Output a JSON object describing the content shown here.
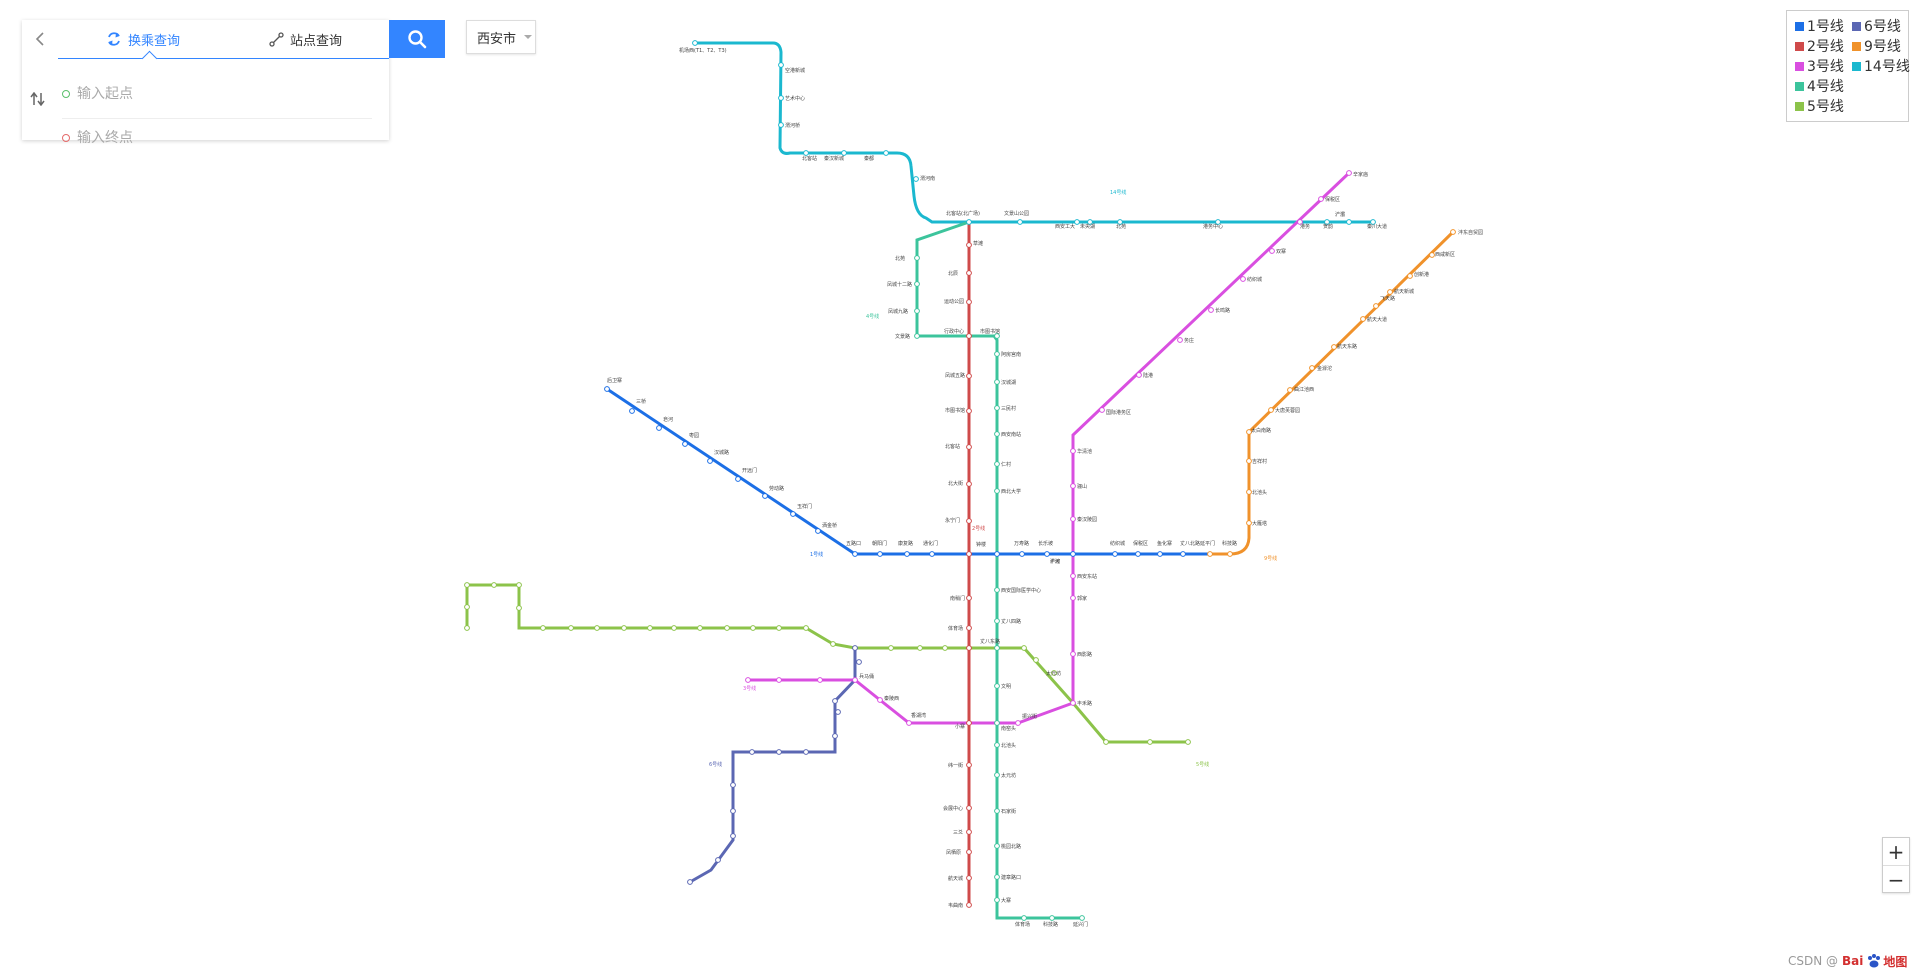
{
  "search": {
    "tab_transfer": "换乘查询",
    "tab_station": "站点查询",
    "start_placeholder": "输入起点",
    "end_placeholder": "输入终点",
    "city": "西安市"
  },
  "icons": {
    "back": "chevron-left-icon",
    "transfer": "refresh-icon",
    "station": "route-icon",
    "search": "magnifier-icon",
    "swap": "swap-icon"
  },
  "legend": [
    {
      "label": "1号线",
      "color": "#1c6fe6"
    },
    {
      "label": "2号线",
      "color": "#cf4a4a"
    },
    {
      "label": "3号线",
      "color": "#d94fe0"
    },
    {
      "label": "4号线",
      "color": "#3cc49c"
    },
    {
      "label": "5号线",
      "color": "#8cc34a"
    },
    {
      "label": "6号线",
      "color": "#5b67b3"
    },
    {
      "label": "9号线",
      "color": "#f0922b"
    },
    {
      "label": "14号线",
      "color": "#1bb8cf"
    }
  ],
  "zoom": {
    "in": "+",
    "out": "−"
  },
  "footer": {
    "csdn": "CSDN @",
    "brand_a": "Bai",
    "brand_b": "地图"
  },
  "map": {
    "line_markers": [
      "14号线",
      "2号线",
      "4号线",
      "1号线",
      "9号线",
      "3号线",
      "6号线",
      "5号线"
    ],
    "stations": [
      "机场西(T1、T2、T3)",
      "空港新城",
      "艺术中心",
      "渭河桥",
      "北客站",
      "秦汉新城",
      "秦都",
      "渭河南",
      "北客站(北广场)",
      "文景山公园",
      "西安工大",
      "未央湖",
      "北苑",
      "港务中心",
      "港务",
      "贺韵",
      "浐灞",
      "秦川大道",
      "草滩",
      "北辰",
      "北苑",
      "凤城十二路",
      "凤城九路",
      "文景路",
      "行政中心",
      "市图书馆",
      "运动公园",
      "凤城五路",
      "市图书馆",
      "北客站",
      "北大街",
      "钟楼",
      "永宁门",
      "南稍门",
      "体育场",
      "小寨",
      "纬一街",
      "会展中心",
      "三爻",
      "凤栖原",
      "航天城",
      "韦曲南",
      "后卫寨",
      "三桥",
      "皂河",
      "枣园",
      "汉城路",
      "开远门",
      "劳动路",
      "玉祥门",
      "洒金桥",
      "五路口",
      "朝阳门",
      "康复路",
      "通化门",
      "万寿路",
      "长乐坡",
      "浐河",
      "半坡",
      "纺织城",
      "保税区",
      "鱼化寨",
      "丈八北路",
      "延平门",
      "科技路",
      "太白南路",
      "吉祥村",
      "北池头",
      "大雁塔",
      "大唐芙蓉园",
      "曲江池西",
      "金滹沱",
      "航天东路",
      "航天大道",
      "飞天路",
      "航天新城",
      "创新港",
      "西咸新区",
      "沣东自贸园",
      "阿房宫南",
      "汉城湖",
      "三民村",
      "西安南站",
      "仁村",
      "西北大学",
      "西安国际医学中心",
      "丈八四路",
      "丈八东路",
      "文明",
      "南窑头",
      "北池头",
      "太元坊",
      "石家街",
      "桃园北路",
      "建章路口",
      "大寨",
      "体育场",
      "科技路",
      "延兴门",
      "辛家庙",
      "保税区",
      "双寨",
      "纺织城",
      "长鸣路",
      "务庄",
      "陆港",
      "国际港务区",
      "华清池",
      "骊山",
      "秦汉陵园",
      "西安东站",
      "郭家",
      "西影路",
      "太元坊",
      "丰禾路",
      "振兴街",
      "香湖湾",
      "秦陵西",
      "兵马俑"
    ]
  }
}
